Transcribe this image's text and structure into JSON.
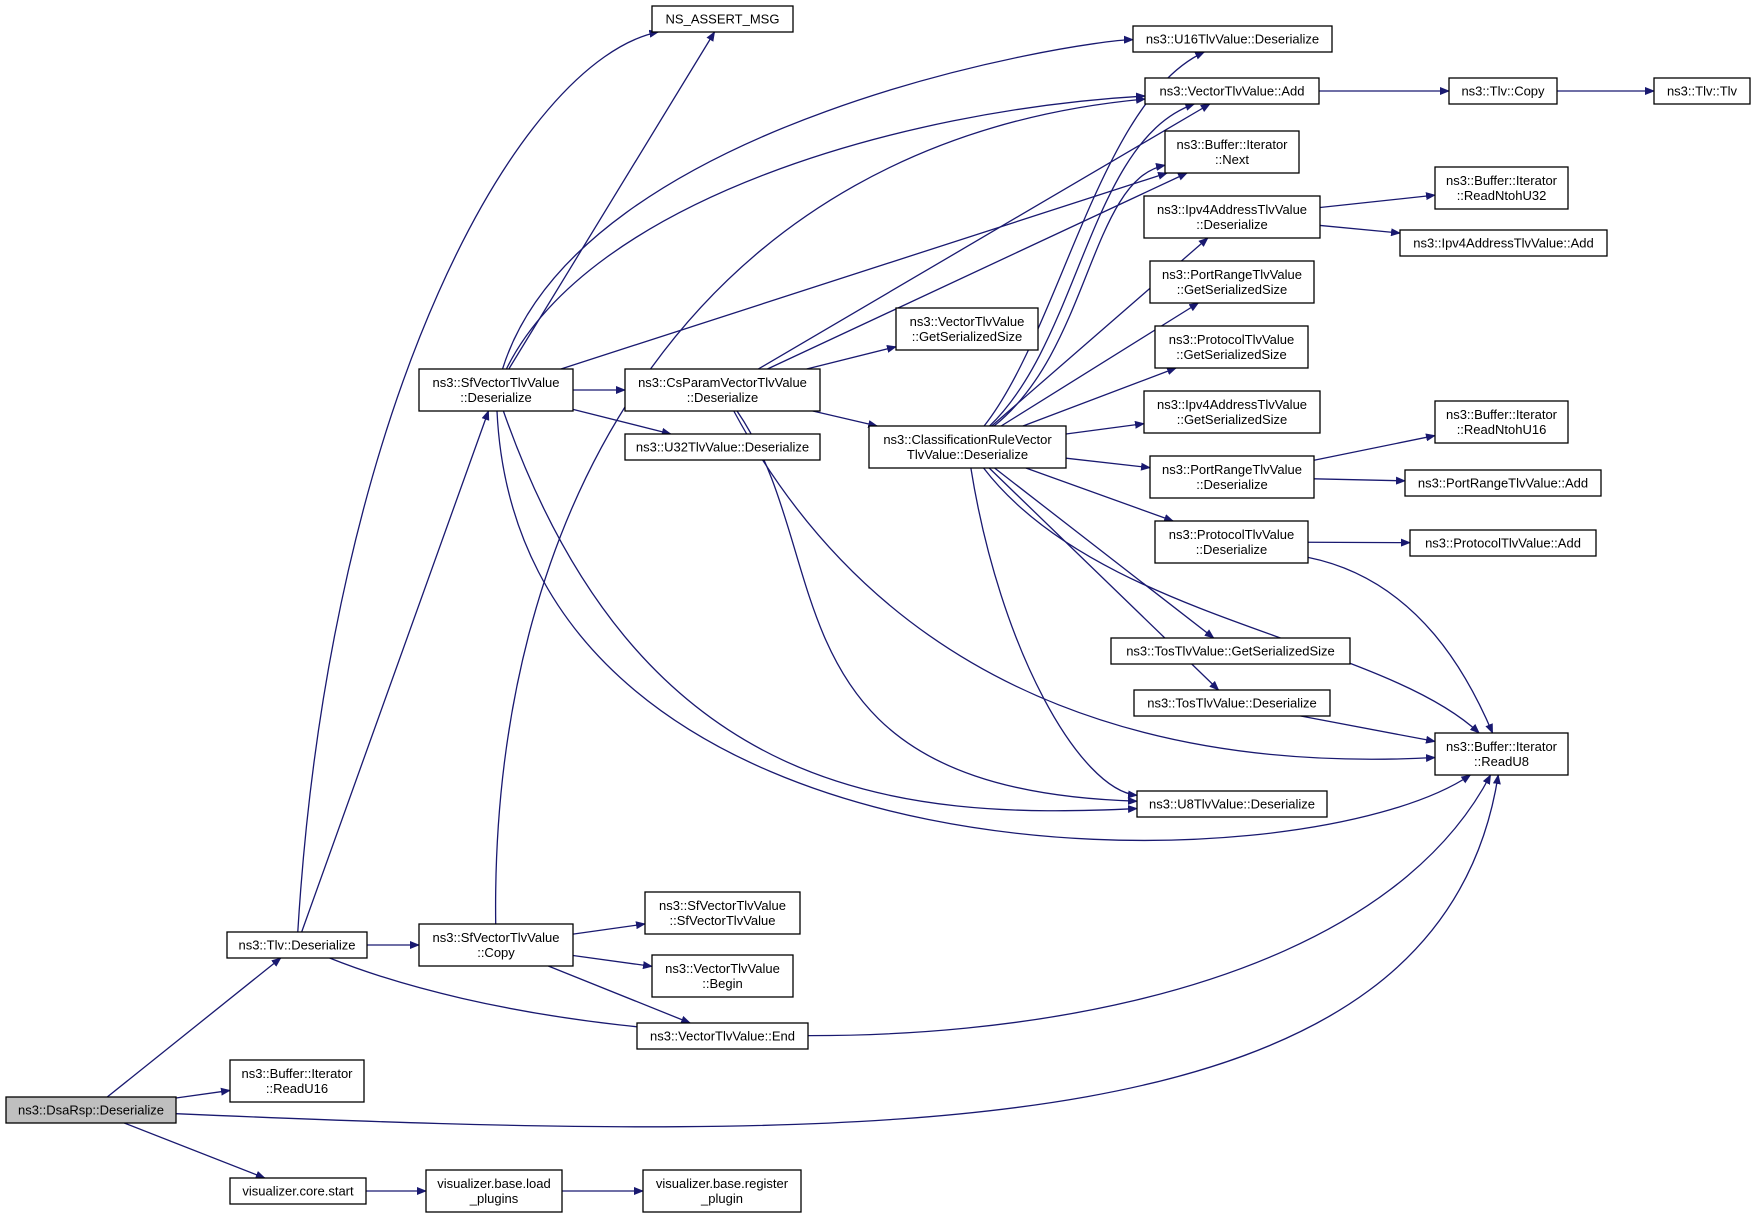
{
  "diagram": {
    "type": "call-graph",
    "colors": {
      "edge": "#191970",
      "root_fill": "#bfbfbf",
      "node_fill": "#ffffff",
      "border": "#000000"
    },
    "nodes": [
      {
        "id": "root",
        "lines": [
          "ns3::DsaRsp::Deserialize"
        ],
        "root": true
      },
      {
        "id": "tlv_des",
        "lines": [
          "ns3::Tlv::Deserialize"
        ]
      },
      {
        "id": "buf_u16",
        "lines": [
          "ns3::Buffer::Iterator",
          "::ReadU16"
        ]
      },
      {
        "id": "viz_start",
        "lines": [
          "visualizer.core.start"
        ]
      },
      {
        "id": "viz_load",
        "lines": [
          "visualizer.base.load",
          "_plugins"
        ]
      },
      {
        "id": "viz_reg",
        "lines": [
          "visualizer.base.register",
          "_plugin"
        ]
      },
      {
        "id": "sf_des",
        "lines": [
          "ns3::SfVectorTlvValue",
          "::Deserialize"
        ]
      },
      {
        "id": "sf_copy",
        "lines": [
          "ns3::SfVectorTlvValue",
          "::Copy"
        ]
      },
      {
        "id": "assert",
        "lines": [
          "NS_ASSERT_MSG"
        ]
      },
      {
        "id": "cs_des",
        "lines": [
          "ns3::CsParamVectorTlvValue",
          "::Deserialize"
        ]
      },
      {
        "id": "u32_des",
        "lines": [
          "ns3::U32TlvValue::Deserialize"
        ]
      },
      {
        "id": "vec_gss",
        "lines": [
          "ns3::VectorTlvValue",
          "::GetSerializedSize"
        ]
      },
      {
        "id": "sf_ctor",
        "lines": [
          "ns3::SfVectorTlvValue",
          "::SfVectorTlvValue"
        ]
      },
      {
        "id": "vec_begin",
        "lines": [
          "ns3::VectorTlvValue",
          "::Begin"
        ]
      },
      {
        "id": "vec_end",
        "lines": [
          "ns3::VectorTlvValue::End"
        ]
      },
      {
        "id": "cr_des",
        "lines": [
          "ns3::ClassificationRuleVector",
          "TlvValue::Deserialize"
        ]
      },
      {
        "id": "u16_des",
        "lines": [
          "ns3::U16TlvValue::Deserialize"
        ]
      },
      {
        "id": "vec_add",
        "lines": [
          "ns3::VectorTlvValue::Add"
        ]
      },
      {
        "id": "buf_next",
        "lines": [
          "ns3::Buffer::Iterator",
          "::Next"
        ]
      },
      {
        "id": "ip_des",
        "lines": [
          "ns3::Ipv4AddressTlvValue",
          "::Deserialize"
        ]
      },
      {
        "id": "pr_gss",
        "lines": [
          "ns3::PortRangeTlvValue",
          "::GetSerializedSize"
        ]
      },
      {
        "id": "pt_gss",
        "lines": [
          "ns3::ProtocolTlvValue",
          "::GetSerializedSize"
        ]
      },
      {
        "id": "ip_gss",
        "lines": [
          "ns3::Ipv4AddressTlvValue",
          "::GetSerializedSize"
        ]
      },
      {
        "id": "pr_des",
        "lines": [
          "ns3::PortRangeTlvValue",
          "::Deserialize"
        ]
      },
      {
        "id": "pt_des",
        "lines": [
          "ns3::ProtocolTlvValue",
          "::Deserialize"
        ]
      },
      {
        "id": "tos_gss",
        "lines": [
          "ns3::TosTlvValue::GetSerializedSize"
        ]
      },
      {
        "id": "tos_des",
        "lines": [
          "ns3::TosTlvValue::Deserialize"
        ]
      },
      {
        "id": "u8_des",
        "lines": [
          "ns3::U8TlvValue::Deserialize"
        ]
      },
      {
        "id": "tlv_copy",
        "lines": [
          "ns3::Tlv::Copy"
        ]
      },
      {
        "id": "tlv_tlv",
        "lines": [
          "ns3::Tlv::Tlv"
        ]
      },
      {
        "id": "buf_n32",
        "lines": [
          "ns3::Buffer::Iterator",
          "::ReadNtohU32"
        ]
      },
      {
        "id": "ip_add",
        "lines": [
          "ns3::Ipv4AddressTlvValue::Add"
        ]
      },
      {
        "id": "buf_n16",
        "lines": [
          "ns3::Buffer::Iterator",
          "::ReadNtohU16"
        ]
      },
      {
        "id": "pr_add",
        "lines": [
          "ns3::PortRangeTlvValue::Add"
        ]
      },
      {
        "id": "pt_add",
        "lines": [
          "ns3::ProtocolTlvValue::Add"
        ]
      },
      {
        "id": "buf_u8",
        "lines": [
          "ns3::Buffer::Iterator",
          "::ReadU8"
        ]
      }
    ],
    "edges": [
      [
        "root",
        "tlv_des"
      ],
      [
        "root",
        "buf_u16"
      ],
      [
        "root",
        "viz_start"
      ],
      [
        "root",
        "buf_u8"
      ],
      [
        "viz_start",
        "viz_load"
      ],
      [
        "viz_load",
        "viz_reg"
      ],
      [
        "tlv_des",
        "sf_copy"
      ],
      [
        "tlv_des",
        "sf_des"
      ],
      [
        "tlv_des",
        "assert"
      ],
      [
        "tlv_des",
        "buf_u8"
      ],
      [
        "sf_copy",
        "sf_ctor"
      ],
      [
        "sf_copy",
        "vec_begin"
      ],
      [
        "sf_copy",
        "vec_end"
      ],
      [
        "sf_copy",
        "vec_add"
      ],
      [
        "sf_des",
        "assert"
      ],
      [
        "sf_des",
        "cs_des"
      ],
      [
        "sf_des",
        "u32_des"
      ],
      [
        "sf_des",
        "u16_des"
      ],
      [
        "sf_des",
        "vec_add"
      ],
      [
        "sf_des",
        "buf_next"
      ],
      [
        "sf_des",
        "u8_des"
      ],
      [
        "sf_des",
        "buf_u8"
      ],
      [
        "cs_des",
        "vec_gss"
      ],
      [
        "cs_des",
        "cr_des"
      ],
      [
        "cs_des",
        "vec_add"
      ],
      [
        "cs_des",
        "buf_next"
      ],
      [
        "cs_des",
        "u8_des"
      ],
      [
        "cs_des",
        "buf_u8"
      ],
      [
        "cr_des",
        "u16_des"
      ],
      [
        "cr_des",
        "vec_add"
      ],
      [
        "cr_des",
        "buf_next"
      ],
      [
        "cr_des",
        "ip_des"
      ],
      [
        "cr_des",
        "pr_gss"
      ],
      [
        "cr_des",
        "pt_gss"
      ],
      [
        "cr_des",
        "ip_gss"
      ],
      [
        "cr_des",
        "pr_des"
      ],
      [
        "cr_des",
        "pt_des"
      ],
      [
        "cr_des",
        "tos_gss"
      ],
      [
        "cr_des",
        "tos_des"
      ],
      [
        "cr_des",
        "u8_des"
      ],
      [
        "cr_des",
        "buf_u8"
      ],
      [
        "vec_add",
        "tlv_copy"
      ],
      [
        "tlv_copy",
        "tlv_tlv"
      ],
      [
        "ip_des",
        "buf_n32"
      ],
      [
        "ip_des",
        "ip_add"
      ],
      [
        "pr_des",
        "buf_n16"
      ],
      [
        "pr_des",
        "pr_add"
      ],
      [
        "pt_des",
        "pt_add"
      ],
      [
        "pt_des",
        "buf_u8"
      ],
      [
        "tos_des",
        "buf_u8"
      ]
    ]
  }
}
